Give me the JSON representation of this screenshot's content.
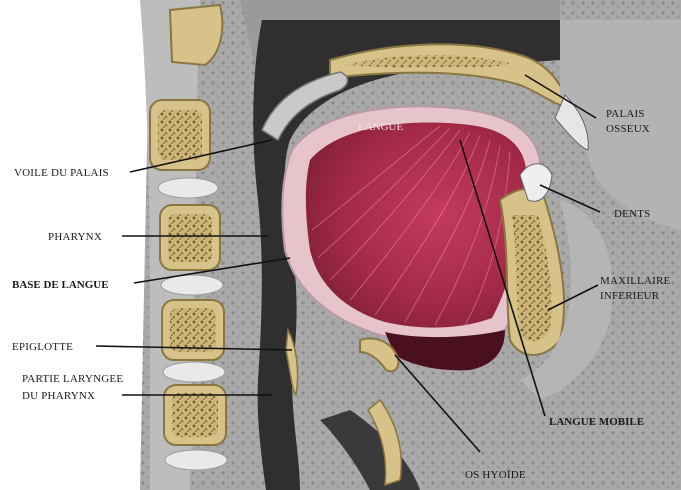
{
  "labels": {
    "voile_du_palais": "VOILE DU PALAIS",
    "pharynx": "PHARYNX",
    "base_de_langue": "BASE DE LANGUE",
    "epiglotte": "EPIGLOTTE",
    "partie_laryngee_line1": "PARTIE LARYNGEE",
    "partie_laryngee_line2": "DU PHARYNX",
    "langue": "LANGUE",
    "palais_osseux_line1": "PALAIS",
    "palais_osseux_line2": "OSSEUX",
    "dents": "DENTS",
    "maxillaire_line1": "MAXILLAIRE",
    "maxillaire_line2": "INFERIEUR",
    "langue_mobile": "LANGUE MOBILE",
    "os_hyoide": "OS HYOÏDE"
  },
  "colors": {
    "tongue": "#b8304f",
    "tongue_light": "#d9607a",
    "mucosa": "#e7c3cc",
    "bone": "#d7c28a",
    "marrow": "#6b5a2e",
    "soft_tissue": "#a8a8a8",
    "airway": "#2d2d2d",
    "background": "#ffffff"
  }
}
